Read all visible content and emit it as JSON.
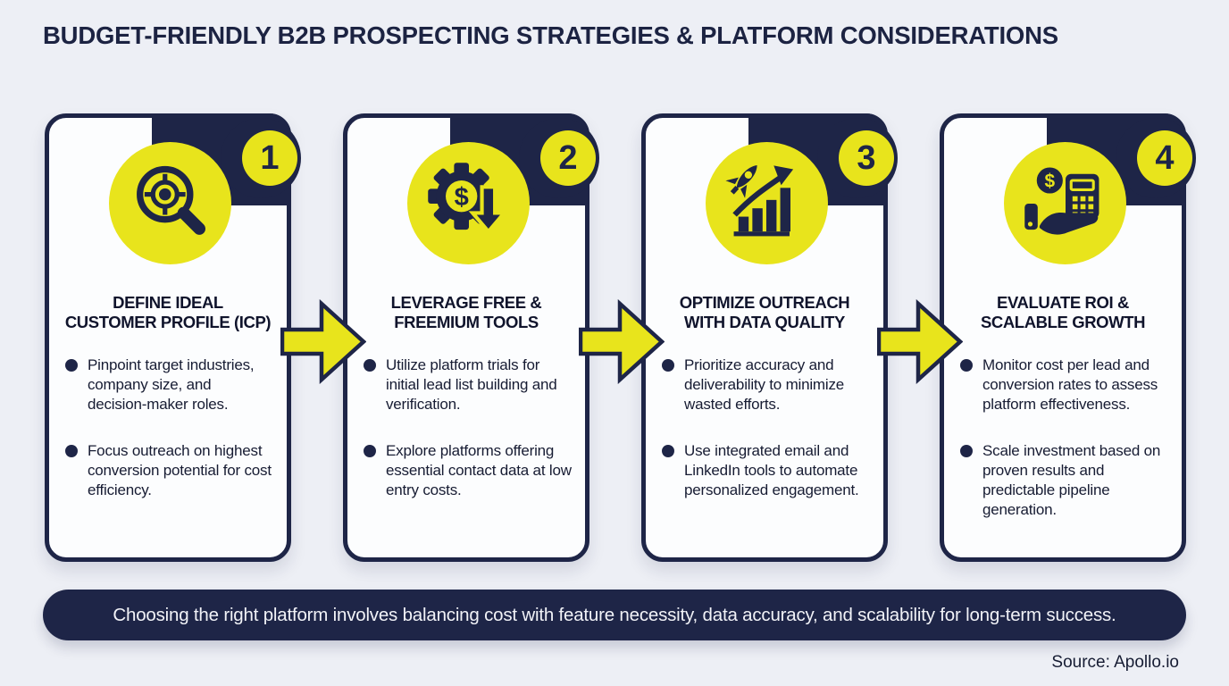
{
  "title": "BUDGET-FRIENDLY B2B PROSPECTING STRATEGIES & PLATFORM CONSIDERATIONS",
  "colors": {
    "navy": "#1e2547",
    "yellow": "#e8e41c",
    "background": "#edeff5",
    "card_background": "#fcfdfe",
    "banner_text": "#f1f2f7"
  },
  "steps": [
    {
      "number": "1",
      "icon": "target-magnifier-icon",
      "title_lines": [
        "DEFINE IDEAL",
        "CUSTOMER PROFILE (ICP)"
      ],
      "bullets": [
        "Pinpoint target industries, company size, and decision-maker roles.",
        "Focus outreach on highest conversion potential for cost efficiency."
      ]
    },
    {
      "number": "2",
      "icon": "gear-dollar-arrow-icon",
      "title_lines": [
        "LEVERAGE FREE &",
        "FREEMIUM TOOLS"
      ],
      "bullets": [
        "Utilize platform trials for initial lead list building and verification.",
        "Explore platforms offering essential contact data at low entry costs."
      ]
    },
    {
      "number": "3",
      "icon": "rocket-growth-chart-icon",
      "title_lines": [
        "OPTIMIZE OUTREACH",
        "WITH DATA QUALITY"
      ],
      "bullets": [
        "Prioritize accuracy and deliverability to minimize wasted efforts.",
        "Use integrated email and LinkedIn tools to automate personalized engagement."
      ]
    },
    {
      "number": "4",
      "icon": "hand-calculator-roi-icon",
      "title_lines": [
        "EVALUATE ROI &",
        "SCALABLE GROWTH"
      ],
      "bullets": [
        "Monitor cost per lead and conversion rates to assess platform effectiveness.",
        "Scale investment based on proven results and predictable pipeline generation."
      ]
    }
  ],
  "footer": {
    "banner": "Choosing the right platform involves balancing cost with feature necessity, data accuracy, and scalability for long-term success.",
    "source": "Source: Apollo.io"
  }
}
